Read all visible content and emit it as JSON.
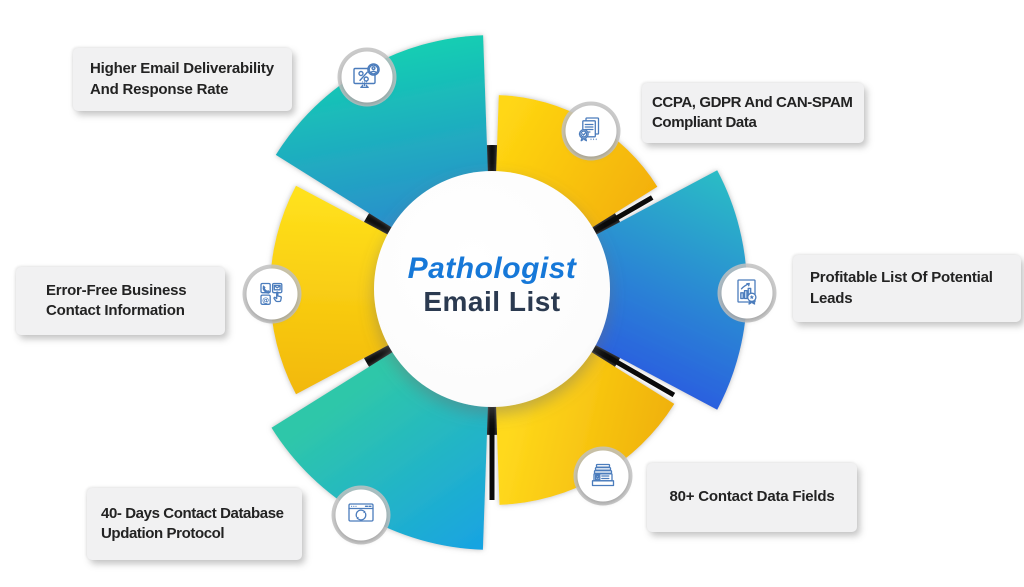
{
  "center": {
    "title_line1": "Pathologist",
    "title_line2": "Email List"
  },
  "segments": [
    {
      "id": "deliverability",
      "position": "top-left",
      "wedge_color": "teal-to-blue-gradient",
      "icon": "monitor-percentage-icon",
      "lines": [
        "Higher Email Deliverability",
        "And Response Rate"
      ]
    },
    {
      "id": "compliance",
      "position": "top-right",
      "wedge_color": "yellow-gold-gradient",
      "icon": "certified-documents-icon",
      "lines": [
        "CCPA, GDPR And CAN-SPAM",
        "Compliant Data"
      ]
    },
    {
      "id": "profitable-leads",
      "position": "right",
      "wedge_color": "blue-to-teal-gradient",
      "icon": "growth-chart-award-icon",
      "lines": [
        "Profitable List Of Potential",
        "Leads"
      ]
    },
    {
      "id": "data-fields",
      "position": "bottom-right",
      "wedge_color": "yellow-gold-gradient",
      "icon": "contact-card-stack-icon",
      "lines": [
        "80+ Contact Data Fields"
      ]
    },
    {
      "id": "updation-protocol",
      "position": "bottom-left",
      "wedge_color": "teal-to-cyan-gradient",
      "icon": "browser-refresh-icon",
      "lines": [
        "40- Days Contact Database",
        "Updation Protocol"
      ]
    },
    {
      "id": "error-free-contacts",
      "position": "left",
      "wedge_color": "yellow-gold-gradient",
      "icon": "contact-channels-icon",
      "lines": [
        "Error-Free Business",
        "Contact Information"
      ]
    }
  ],
  "colors": {
    "teal": "#13cfb2",
    "blue": "#3570d8",
    "royal_blue": "#2a5ce0",
    "cyan": "#17a2e4",
    "yellow": "#ffd713",
    "gold": "#f2ad05",
    "title_blue": "#1678d8",
    "title_dark": "#2b3a50",
    "card_background": "#f1f1f2",
    "card_text": "#232323",
    "icon_stroke": "#4b7cbc",
    "divider_black": "#0a0a0a"
  }
}
